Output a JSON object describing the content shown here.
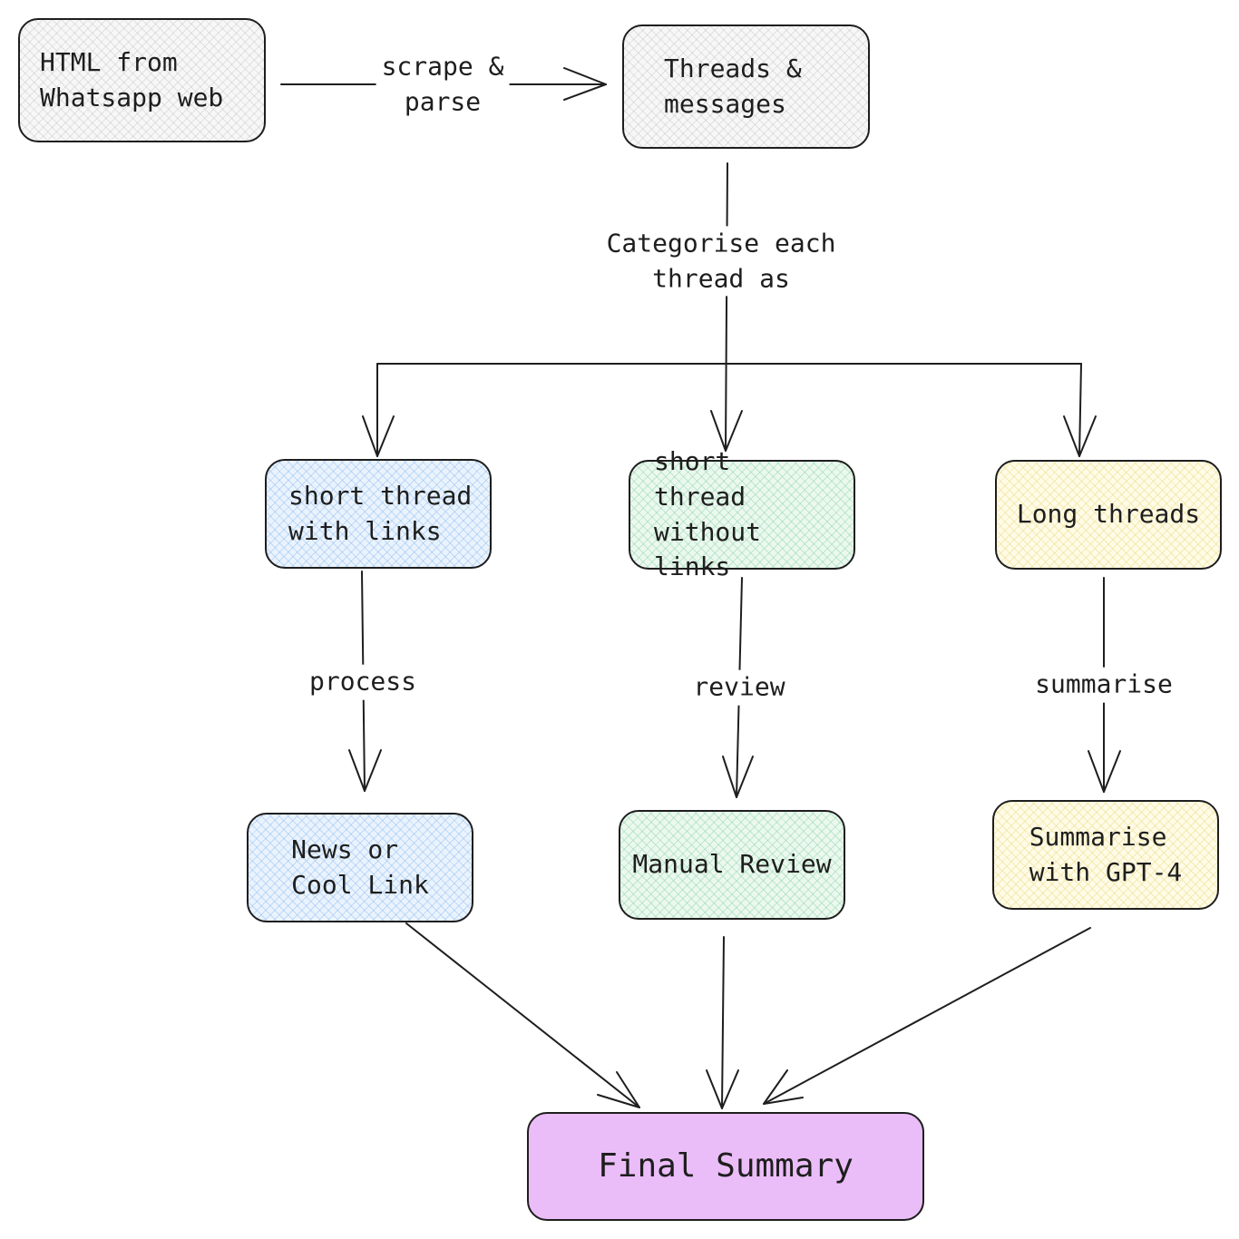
{
  "nodes": {
    "html_source": "HTML from\nWhatsapp web",
    "threads_messages": "Threads &\nmessages",
    "short_with_links": "short thread\nwith links",
    "short_without_links": "short thread\nwithout links",
    "long_threads": "Long threads",
    "news_or_cool_link": "News or\nCool Link",
    "manual_review": "Manual Review",
    "summarise_gpt4": "Summarise\nwith GPT-4",
    "final_summary": "Final Summary"
  },
  "edge_labels": {
    "scrape_parse": "scrape &\nparse",
    "categorise": "Categorise each\nthread as",
    "process": "process",
    "review": "review",
    "summarise": "summarise"
  },
  "colors": {
    "stroke": "#1e1e1e",
    "gray_fill": "#f7f7f7",
    "blue_fill": "#eaf3fd",
    "green_fill": "#ebf8ef",
    "yellow_fill": "#fffbe6",
    "purple_fill": "#ebbdf8"
  }
}
